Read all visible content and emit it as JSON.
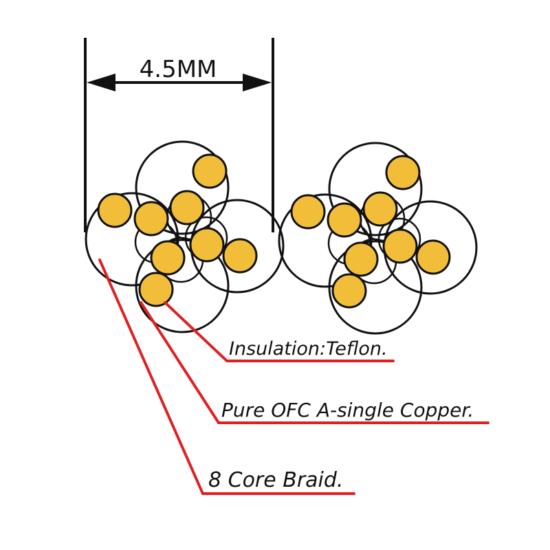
{
  "dimension": {
    "text": "4.5MM"
  },
  "callouts": [
    {
      "id": "insulation",
      "text": "Insulation:Teflon."
    },
    {
      "id": "conductor",
      "text": "Pure OFC A-single Copper."
    },
    {
      "id": "braid",
      "text": "8 Core Braid."
    }
  ],
  "colors": {
    "conductor_fill": "#F2BE3A",
    "insulation_stroke": "#111111",
    "leader_line": "#E02020",
    "dimension_line": "#111111"
  }
}
